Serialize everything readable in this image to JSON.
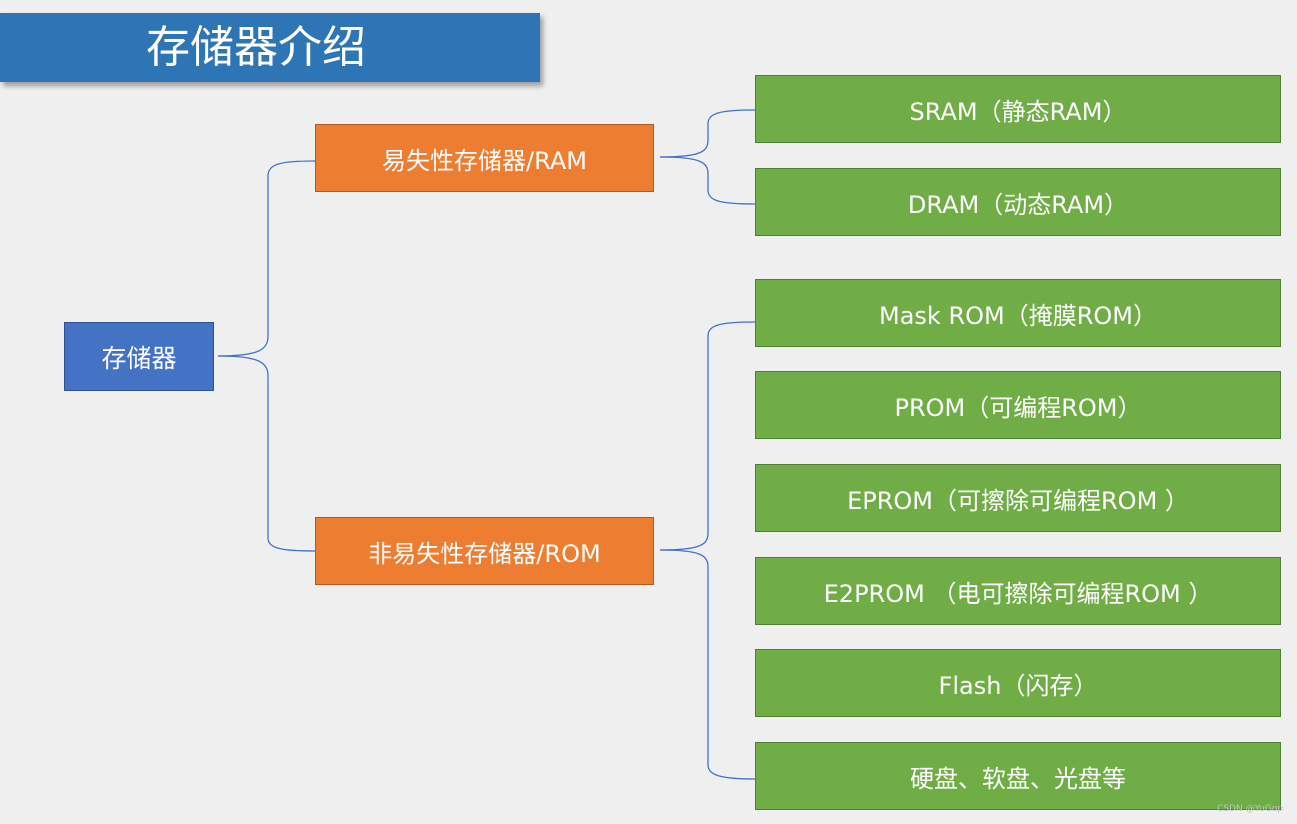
{
  "title": "存储器介绍",
  "root": {
    "label": "存储器"
  },
  "categories": [
    {
      "label": "易失性存储器/RAM",
      "children": [
        "SRAM（静态RAM）",
        "DRAM（动态RAM）"
      ]
    },
    {
      "label": "非易失性存储器/ROM",
      "children": [
        "Mask ROM（掩膜ROM）",
        "PROM（可编程ROM）",
        "EPROM（可擦除可编程ROM ）",
        "E2PROM （电可擦除可编程ROM ）",
        "Flash（闪存）",
        "硬盘、软盘、光盘等"
      ]
    }
  ],
  "watermark": "CSDN @YuGop",
  "colors": {
    "title_bg": "#2e75b6",
    "root_bg": "#4472c4",
    "category_bg": "#ed7d31",
    "leaf_bg": "#70ad47",
    "connector": "#4472c4",
    "background": "#efefef"
  }
}
